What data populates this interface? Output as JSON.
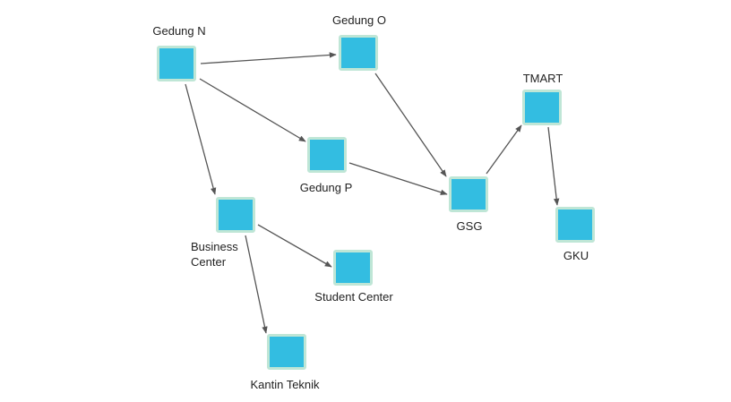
{
  "colors": {
    "node_fill": "#33bde1",
    "node_border": "#bfe6d6",
    "edge": "#555555",
    "text": "#222222"
  },
  "nodes": {
    "gedung_n": "Gedung N",
    "gedung_o": "Gedung O",
    "gedung_p": "Gedung P",
    "business_center": "Business Center",
    "student_center": "Student Center",
    "kantin_teknik": "Kantin Teknik",
    "gsg": "GSG",
    "tmart": "TMART",
    "gku": "GKU"
  },
  "edges": [
    {
      "from": "gedung_n",
      "to": "gedung_o"
    },
    {
      "from": "gedung_n",
      "to": "gedung_p"
    },
    {
      "from": "gedung_n",
      "to": "business_center"
    },
    {
      "from": "gedung_o",
      "to": "gsg"
    },
    {
      "from": "gedung_p",
      "to": "gsg"
    },
    {
      "from": "gsg",
      "to": "tmart"
    },
    {
      "from": "tmart",
      "to": "gku"
    },
    {
      "from": "business_center",
      "to": "student_center"
    },
    {
      "from": "business_center",
      "to": "kantin_teknik"
    }
  ]
}
